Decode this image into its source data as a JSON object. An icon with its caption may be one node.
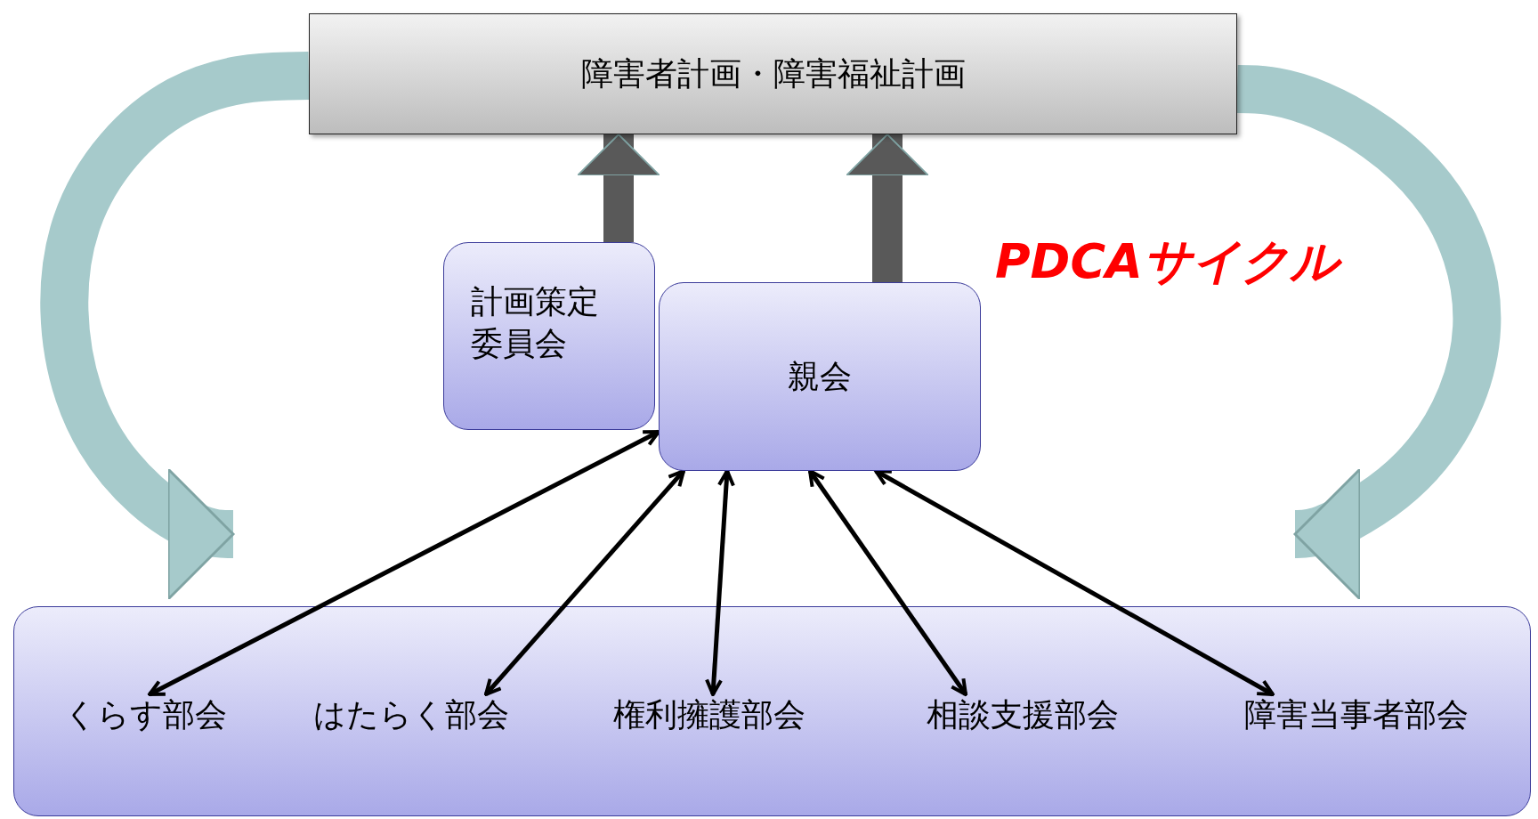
{
  "diagram": {
    "nodes": [
      {
        "text": [
          "障害者計画・障害福祉計画"
        ]
      },
      {
        "text": [
          "計画策定委員会"
        ]
      },
      {
        "text": [
          "親会"
        ]
      },
      {
        "text": [],
        "shape": "box"
      },
      {
        "text": [
          "くらす部会"
        ],
        "in": 3
      },
      {
        "text": [
          "はたらく部会"
        ],
        "in": 3
      },
      {
        "text": [
          "権利擁護部会"
        ],
        "in": 3
      },
      {
        "text": [
          "相談支援部会"
        ],
        "in": 3
      },
      {
        "text": [
          "障害当事者部会"
        ],
        "in": 3
      }
    ],
    "edges": [
      {
        "from": 2,
        "to": 4,
        "arrow": "both"
      },
      {
        "from": 2,
        "to": 5,
        "arrow": "both"
      },
      {
        "from": 2,
        "to": 6,
        "arrow": "both"
      },
      {
        "from": 2,
        "to": 7,
        "arrow": "both"
      },
      {
        "from": 2,
        "to": 8,
        "arrow": "both"
      },
      {
        "from": 1,
        "to": 0,
        "arrow": "to",
        "style": "thick",
        "color": "#595959"
      },
      {
        "from": 2,
        "to": 0,
        "arrow": "to",
        "style": "thick",
        "color": "#595959"
      },
      {
        "from": 0,
        "to": 4,
        "arrow": "to",
        "style": "thick",
        "color": "#a6cacb"
      },
      {
        "from": 0,
        "to": 8,
        "arrow": "to",
        "style": "thick",
        "color": "#a6cacb"
      }
    ],
    "labels": [
      "PDCAサイクル"
    ]
  }
}
